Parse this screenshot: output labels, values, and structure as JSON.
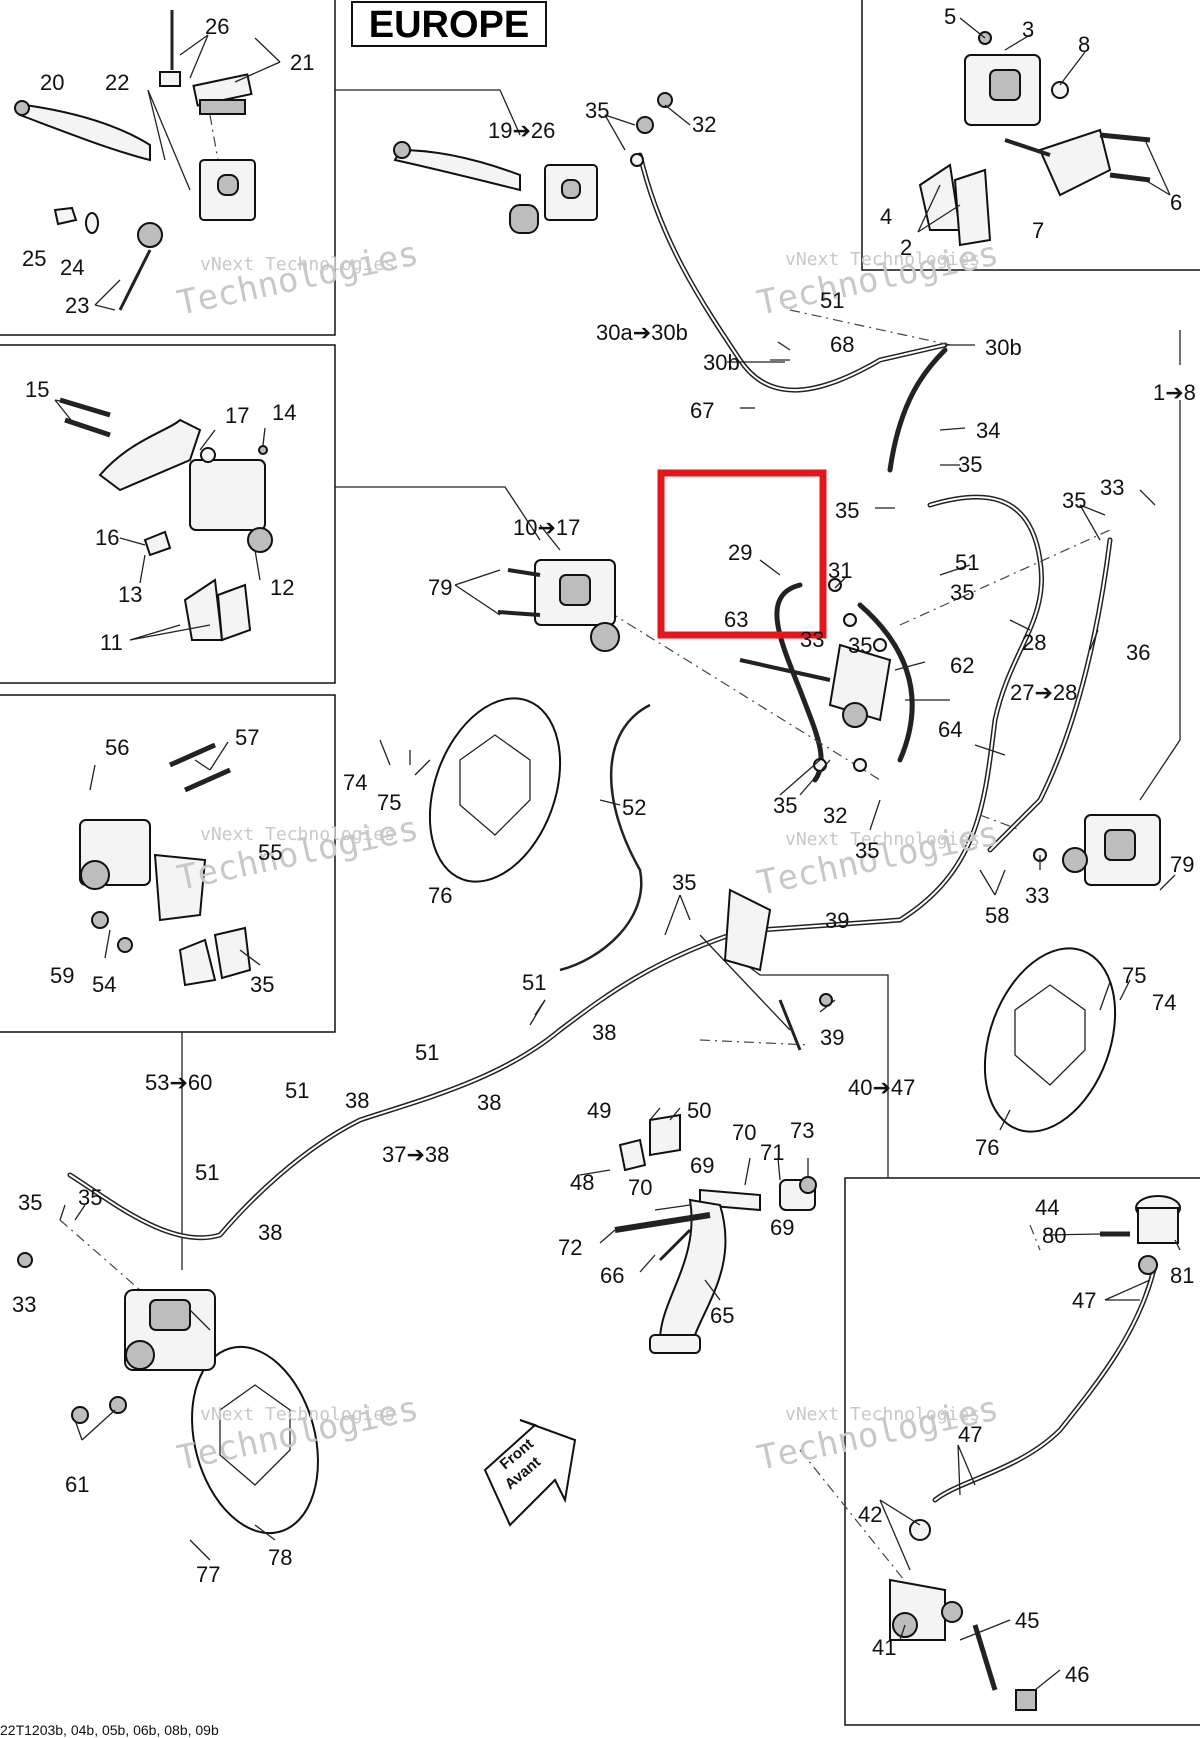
{
  "title": "EUROPE",
  "footer_code": "22T1203b, 04b, 05b, 06b, 08b, 09b",
  "watermark": {
    "line1": "vNext Technologies",
    "line2": "Technologies"
  },
  "front_label": {
    "line1": "Front",
    "line2": "Avant"
  },
  "labels": {
    "l1": "5",
    "l2": "3",
    "l3": "8",
    "l4": "26",
    "l5": "21",
    "l6": "20",
    "l7": "22",
    "l8": "25",
    "l9": "24",
    "l10": "23",
    "l11": "19➔26",
    "l12": "35",
    "l13": "32",
    "l14": "4",
    "l15": "2",
    "l16": "7",
    "l17": "6",
    "l18": "51",
    "l19": "30a➔30b",
    "l20": "68",
    "l21": "30b",
    "l22": "30b",
    "l23": "67",
    "l24": "1➔8",
    "l25": "34",
    "l26": "35",
    "l27": "35",
    "l28": "33",
    "l29": "35",
    "l30": "15",
    "l31": "17",
    "l32": "14",
    "l33": "16",
    "l34": "12",
    "l35": "13",
    "l36": "11",
    "l37": "10➔17",
    "l38": "79",
    "l39": "29",
    "l40": "31",
    "l41": "51",
    "l42": "35",
    "l43": "28",
    "l44": "36",
    "l45": "63",
    "l46": "33",
    "l47": "35",
    "l48": "62",
    "l49": "27➔28",
    "l50": "64",
    "l51": "56",
    "l52": "57",
    "l53": "74",
    "l54": "75",
    "l55": "52",
    "l56": "35",
    "l57": "32",
    "l58": "35",
    "l59": "55",
    "l60": "76",
    "l61": "79",
    "l62": "33",
    "l63": "35",
    "l64": "58",
    "l65": "59",
    "l66": "54",
    "l67": "35",
    "l68": "39",
    "l69": "51",
    "l70": "38",
    "l71": "39",
    "l72": "75",
    "l73": "74",
    "l74": "53➔60",
    "l75": "40➔47",
    "l76": "51",
    "l77": "38",
    "l78": "51",
    "l79": "38",
    "l80": "49",
    "l81": "50",
    "l82": "37➔38",
    "l83": "48",
    "l84": "69",
    "l85": "70",
    "l86": "71",
    "l87": "73",
    "l88": "76",
    "l89": "44",
    "l90": "80",
    "l91": "81",
    "l92": "35",
    "l93": "35",
    "l94": "51",
    "l95": "38",
    "l96": "70",
    "l97": "69",
    "l98": "72",
    "l99": "66",
    "l100": "47",
    "l101": "33",
    "l102": "65",
    "l103": "61",
    "l104": "47",
    "l105": "42",
    "l106": "45",
    "l107": "41",
    "l108": "77",
    "l109": "78",
    "l110": "46"
  }
}
